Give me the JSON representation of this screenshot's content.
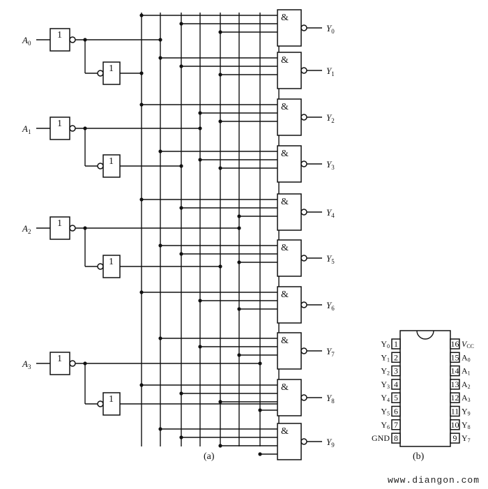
{
  "inputs": [
    {
      "letter": "A",
      "sub": "0"
    },
    {
      "letter": "A",
      "sub": "1"
    },
    {
      "letter": "A",
      "sub": "2"
    },
    {
      "letter": "A",
      "sub": "3"
    }
  ],
  "outputs": [
    {
      "letter": "Y",
      "sub": "0"
    },
    {
      "letter": "Y",
      "sub": "1"
    },
    {
      "letter": "Y",
      "sub": "2"
    },
    {
      "letter": "Y",
      "sub": "3"
    },
    {
      "letter": "Y",
      "sub": "4"
    },
    {
      "letter": "Y",
      "sub": "5"
    },
    {
      "letter": "Y",
      "sub": "6"
    },
    {
      "letter": "Y",
      "sub": "7"
    },
    {
      "letter": "Y",
      "sub": "8"
    },
    {
      "letter": "Y",
      "sub": "9"
    }
  ],
  "not_symbol": "1",
  "and_symbol": "&",
  "caption_a": "(a)",
  "caption_b": "(b)",
  "chip": {
    "left_pins": [
      {
        "label": "Y0",
        "num": "1"
      },
      {
        "label": "Y1",
        "num": "2"
      },
      {
        "label": "Y2",
        "num": "3"
      },
      {
        "label": "Y3",
        "num": "4"
      },
      {
        "label": "Y4",
        "num": "5"
      },
      {
        "label": "Y5",
        "num": "6"
      },
      {
        "label": "Y6",
        "num": "7"
      },
      {
        "label": "GND",
        "num": "8"
      }
    ],
    "right_pins": [
      {
        "label": "VCC",
        "num": "16"
      },
      {
        "label": "A0",
        "num": "15"
      },
      {
        "label": "A1",
        "num": "14"
      },
      {
        "label": "A2",
        "num": "13"
      },
      {
        "label": "A3",
        "num": "12"
      },
      {
        "label": "Y9",
        "num": "11"
      },
      {
        "label": "Y8",
        "num": "10"
      },
      {
        "label": "Y7",
        "num": "9"
      }
    ]
  },
  "watermark": "www.diangon.com"
}
